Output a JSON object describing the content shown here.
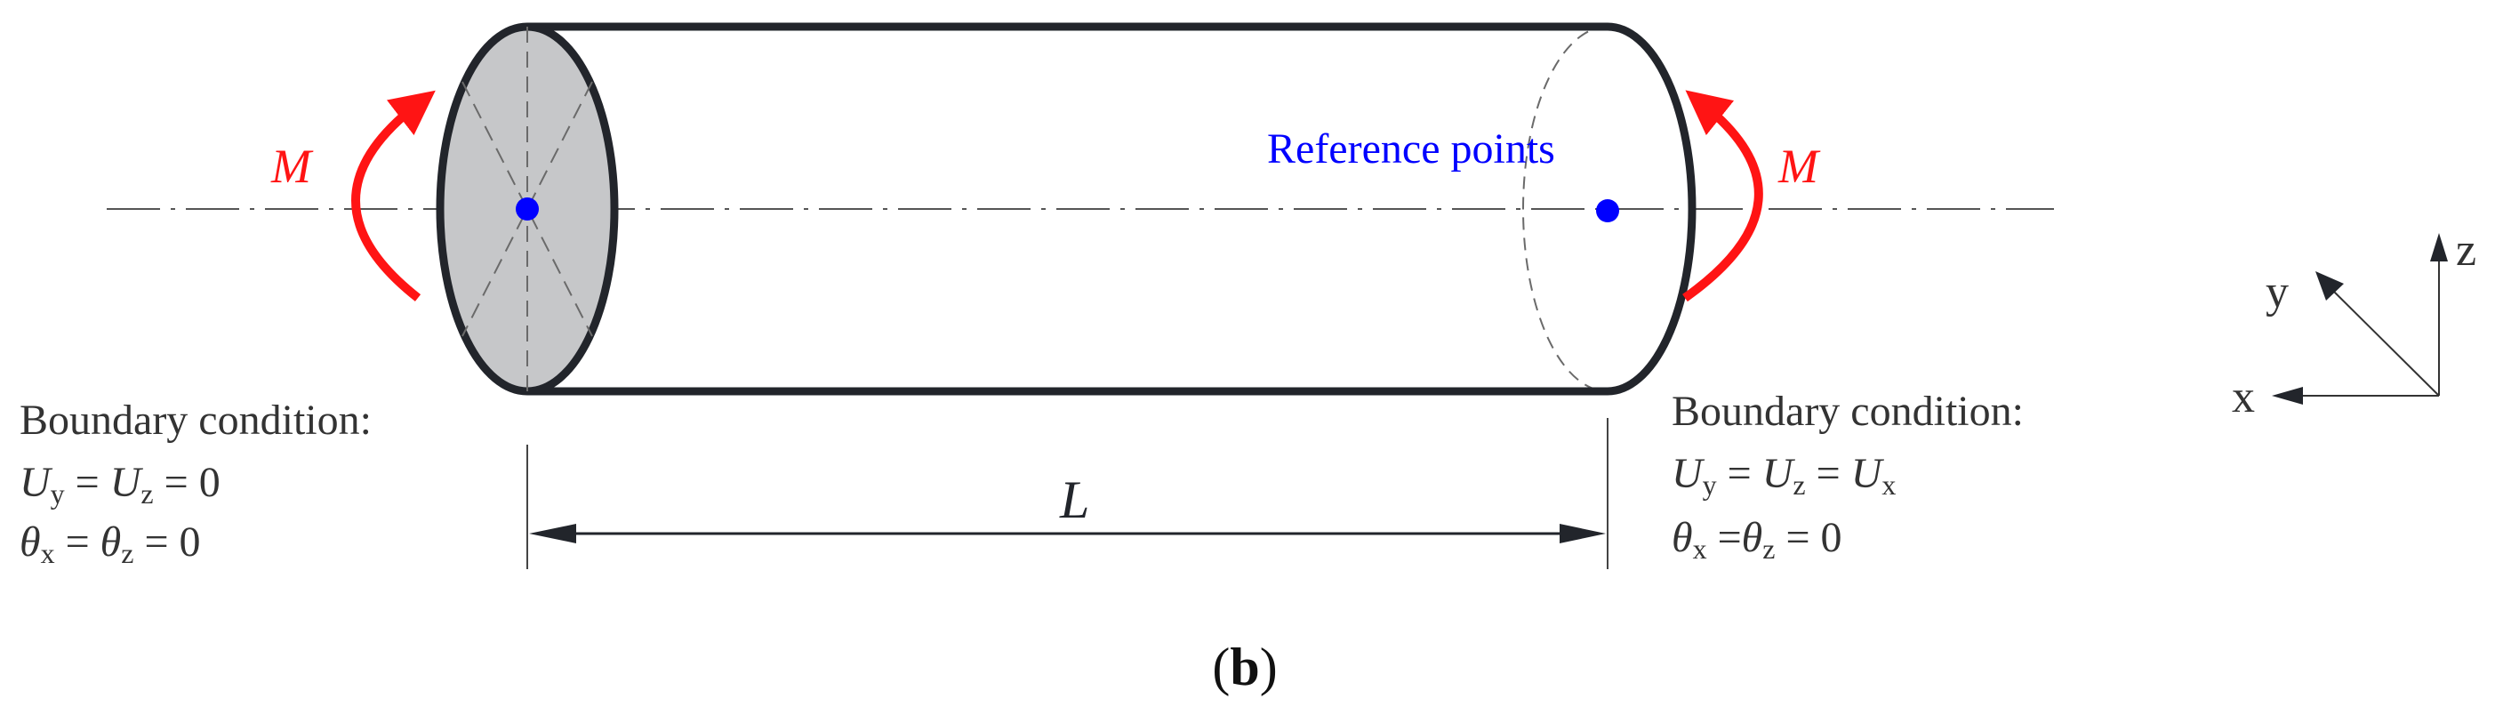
{
  "colors": {
    "outline": "#22252b",
    "face_fill": "#c6c7c9",
    "moment": "#ff1414",
    "ref_point": "#0000ff",
    "axis": "#555555"
  },
  "moments": {
    "left_label": "M",
    "right_label": "M"
  },
  "reference": {
    "label": "Reference points"
  },
  "length": {
    "label": "L"
  },
  "left_boundary": {
    "title": "Boundary condition:",
    "line1": {
      "a": "U",
      "a_sub": "y",
      "eq1": " = ",
      "b": "U",
      "b_sub": "z",
      "rest": " = 0"
    },
    "line2": {
      "a": "θ",
      "a_sub": "x",
      "eq1": " = ",
      "b": "θ",
      "b_sub": "z",
      "rest": " = 0"
    }
  },
  "right_boundary": {
    "title": "Boundary condition:",
    "line1": {
      "a": "U",
      "a_sub": "y",
      "eq1": " = ",
      "b": "U",
      "b_sub": "z",
      "eq2": " = ",
      "c": "U",
      "c_sub": "x"
    },
    "line2": {
      "a": "θ",
      "a_sub": "x",
      "eq1": " =",
      "b": "θ",
      "b_sub": "z",
      "rest": " = 0"
    }
  },
  "axes": {
    "x": "x",
    "y": "y",
    "z": "z"
  },
  "caption": {
    "open": "(",
    "letter": "b",
    "close": ")"
  }
}
